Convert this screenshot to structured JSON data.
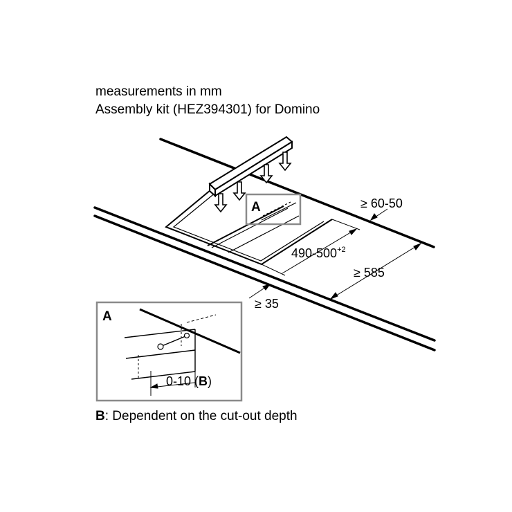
{
  "header": {
    "line1": "measurements in mm",
    "line2": "Assembly kit (HEZ394301) for Domino"
  },
  "dimensions": {
    "min_thickness": "≥ 60-50",
    "cutout_width": "490-500",
    "cutout_width_tolerance": "+2",
    "min_depth": "≥ 585",
    "min_front": "≥ 35"
  },
  "detail": {
    "callout_letter": "A",
    "inset_letter": "A",
    "range_value": "0-10 (",
    "range_ref": "B",
    "range_close": ")"
  },
  "footer": {
    "ref": "B",
    "text": ": Dependent on the cut-out depth"
  },
  "colors": {
    "line": "#000000",
    "frame": "#8a8a8a"
  }
}
